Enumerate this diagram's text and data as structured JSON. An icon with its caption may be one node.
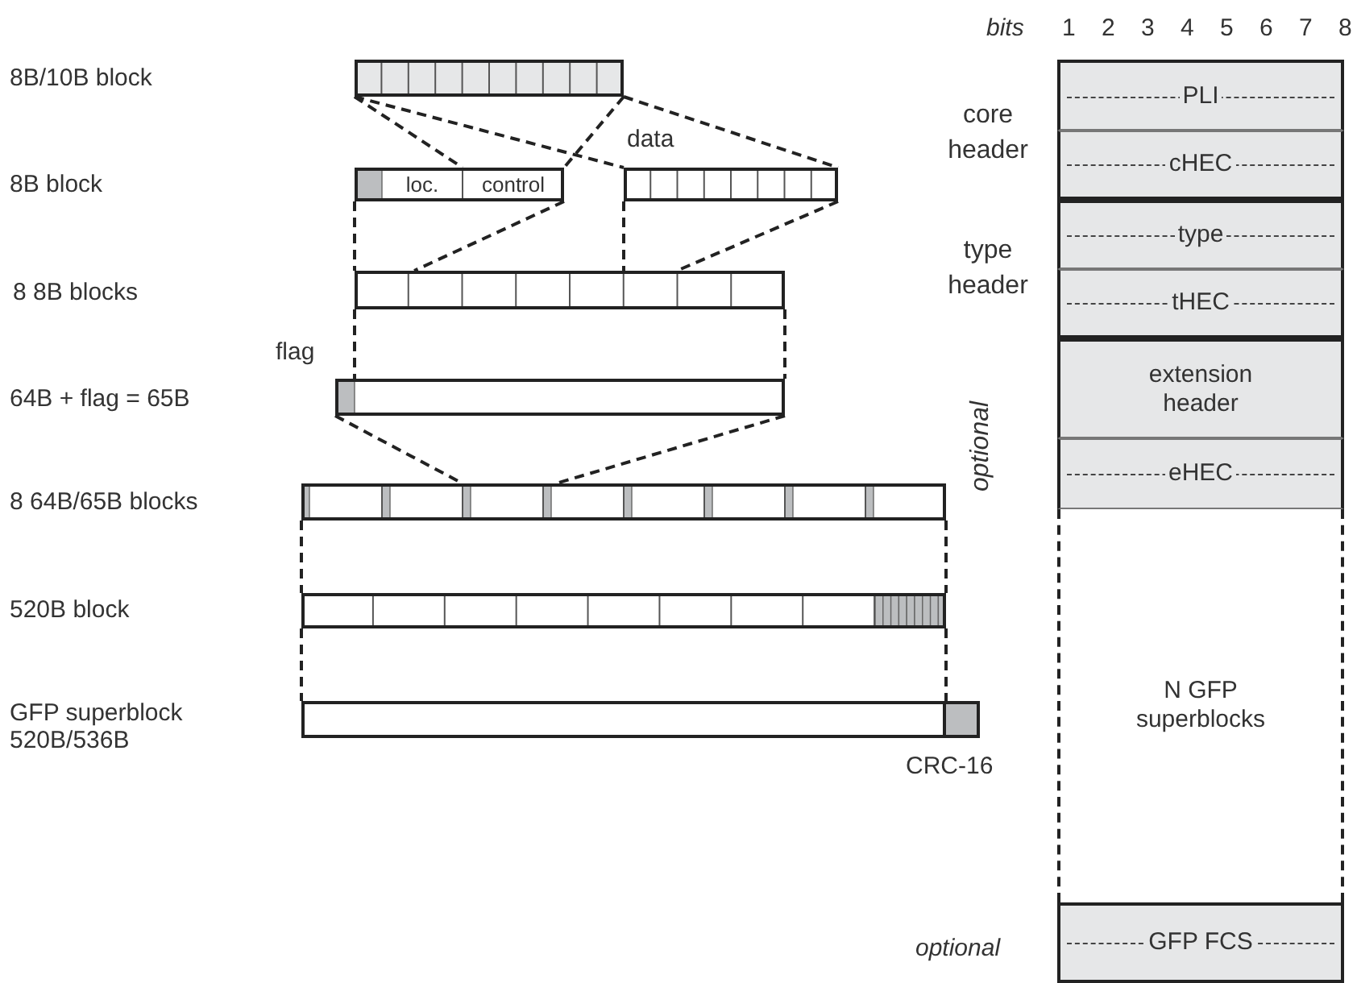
{
  "diagram": {
    "nodes": [
      {
        "text": [],
        "shape": "bar"
      },
      {
        "text": [],
        "shape": "bar"
      },
      {
        "text": [
          "loc."
        ],
        "in": 1
      },
      {
        "text": [
          "control"
        ],
        "in": 1
      },
      {
        "text": [],
        "shape": "bar"
      },
      {
        "text": [],
        "shape": "bar"
      },
      {
        "text": [],
        "shape": "bar"
      },
      {
        "text": [],
        "shape": "bar"
      },
      {
        "text": [],
        "shape": "bar"
      },
      {
        "text": [],
        "shape": "bar"
      },
      {
        "text": [
          "PLI"
        ]
      },
      {
        "text": [
          "cHEC"
        ]
      },
      {
        "text": [
          "type"
        ]
      },
      {
        "text": [
          "tHEC"
        ]
      },
      {
        "text": [
          "extension header"
        ]
      },
      {
        "text": [
          "eHEC"
        ]
      },
      {
        "text": [
          "N GFP superblocks"
        ]
      },
      {
        "text": [
          "GFP FCS"
        ]
      }
    ],
    "edges": [
      {
        "from": 0,
        "to": 1,
        "arrow": "none",
        "style": "dashed"
      },
      {
        "from": 0,
        "to": 4,
        "arrow": "none",
        "style": "dashed"
      },
      {
        "from": 0,
        "to": 1,
        "arrow": "none",
        "style": "dashed"
      },
      {
        "from": 0,
        "to": 4,
        "arrow": "none",
        "style": "dashed"
      },
      {
        "from": 1,
        "to": 5,
        "arrow": "none",
        "style": "dashed"
      },
      {
        "from": 1,
        "to": 5,
        "arrow": "none",
        "style": "dashed"
      },
      {
        "from": 4,
        "to": 5,
        "arrow": "none",
        "style": "dashed"
      },
      {
        "from": 4,
        "to": 5,
        "arrow": "none",
        "style": "dashed"
      },
      {
        "from": 5,
        "to": 6,
        "arrow": "none",
        "style": "dashed"
      },
      {
        "from": 5,
        "to": 6,
        "arrow": "none",
        "style": "dashed"
      },
      {
        "from": 6,
        "to": 7,
        "arrow": "none",
        "style": "dashed"
      },
      {
        "from": 6,
        "to": 7,
        "arrow": "none",
        "style": "dashed"
      },
      {
        "from": 7,
        "to": 8,
        "arrow": "none",
        "style": "dashed"
      },
      {
        "from": 7,
        "to": 8,
        "arrow": "none",
        "style": "dashed"
      },
      {
        "from": 8,
        "to": 9,
        "arrow": "none",
        "style": "dashed"
      },
      {
        "from": 8,
        "to": 9,
        "arrow": "none",
        "style": "dashed"
      }
    ],
    "labels": [
      "bits",
      "1",
      "2",
      "3",
      "4",
      "5",
      "6",
      "7",
      "8",
      "8B/10B block",
      "core header",
      "data",
      "8B block",
      "type header",
      "8 8B blocks",
      "flag",
      "optional",
      "64B + flag = 65B",
      "8 64B/65B blocks",
      "520B block",
      "GFP superblock 520B/536B",
      "CRC-16",
      "optional"
    ]
  }
}
